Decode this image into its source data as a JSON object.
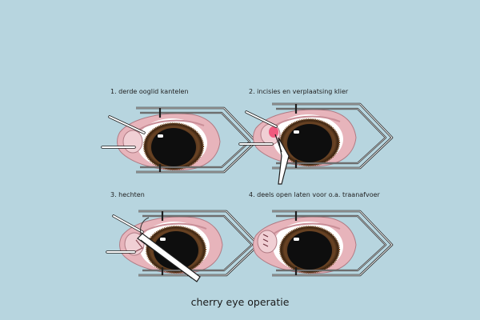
{
  "steps": [
    {
      "label": "1. derde ooglid kantelen"
    },
    {
      "label": "2. incisies en verplaatsing klier"
    },
    {
      "label": "3. hechten"
    },
    {
      "label": "4. deels open laten voor o.a. traanafvoer"
    }
  ],
  "caption": "cherry eye operatie",
  "colors": {
    "background": "#b7d5df",
    "eyelid": "#e7b4bb",
    "eyelid_dark": "#c98e97",
    "iris": "#3a2414",
    "pupil": "#0e0e0e",
    "gland": "#f05a7e",
    "instrument": "#ffffff"
  }
}
